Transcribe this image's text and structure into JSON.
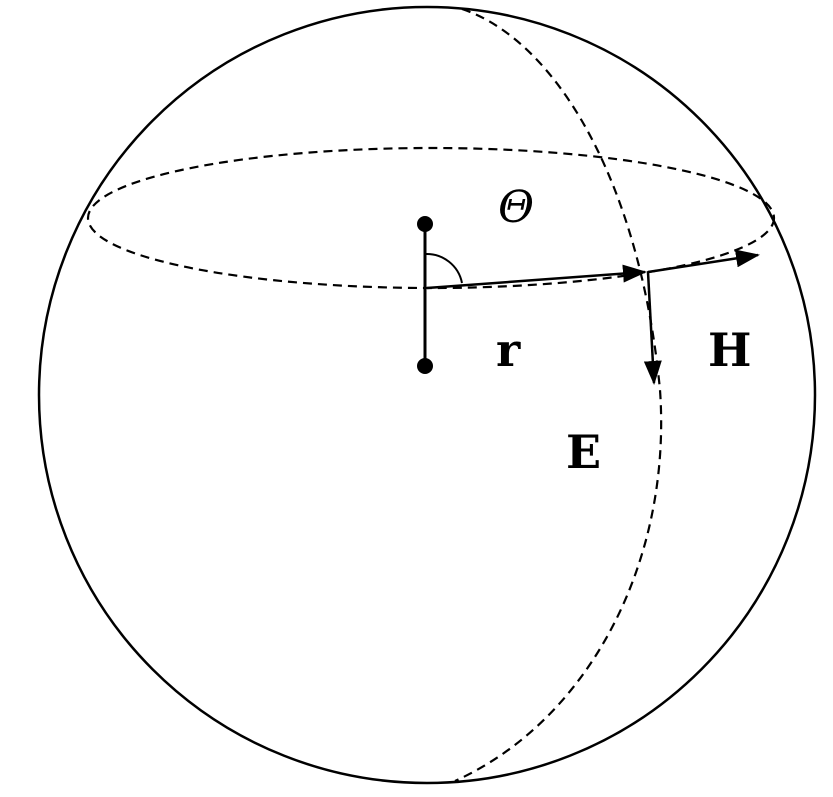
{
  "labels": {
    "theta": "Θ",
    "r": "r",
    "H": "H",
    "E": "E"
  },
  "colors": {
    "stroke": "#000000",
    "background": "#ffffff"
  }
}
